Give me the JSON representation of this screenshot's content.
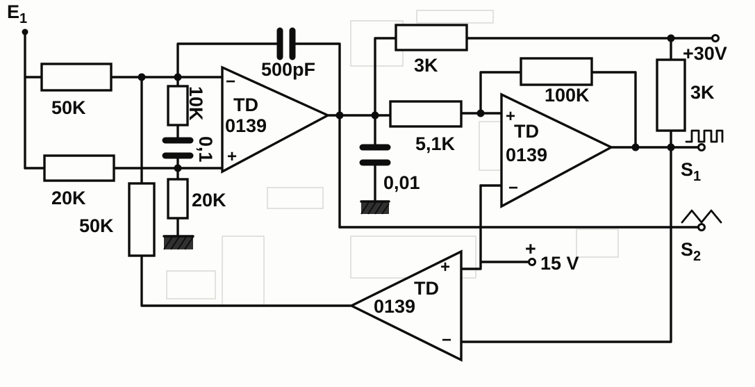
{
  "terminals": {
    "input": "E",
    "input_sub": "1",
    "out1": "S",
    "out1_sub": "1",
    "out2": "S",
    "out2_sub": "2"
  },
  "components": {
    "r_in1": "50K",
    "r_in2": "20K",
    "r_fb10k": "10K",
    "c_01": "0,1",
    "r_gnd20k": "20K",
    "r_50k_lower": "50K",
    "c_500p": "500pF",
    "r_3k_top": "3K",
    "r_5k1": "5,1K",
    "c_001": "0,01",
    "r_100k": "100K",
    "r_3k_right": "3K"
  },
  "opamps": {
    "u1_line1": "TD",
    "u1_line2": "0139",
    "u1_minus": "−",
    "u1_plus": "+",
    "u2_line1": "TD",
    "u2_line2": "0139",
    "u2_plus": "+",
    "u2_minus": "−",
    "u3_line1": "TD",
    "u3_line2": "0139",
    "u3_plus": "+",
    "u3_minus": "−"
  },
  "supplies": {
    "v30": "+30V",
    "v15_plus": "+",
    "v15": "15 V"
  },
  "colors": {
    "ink": "#0d0d0d",
    "paper": "#fdfdfb"
  }
}
